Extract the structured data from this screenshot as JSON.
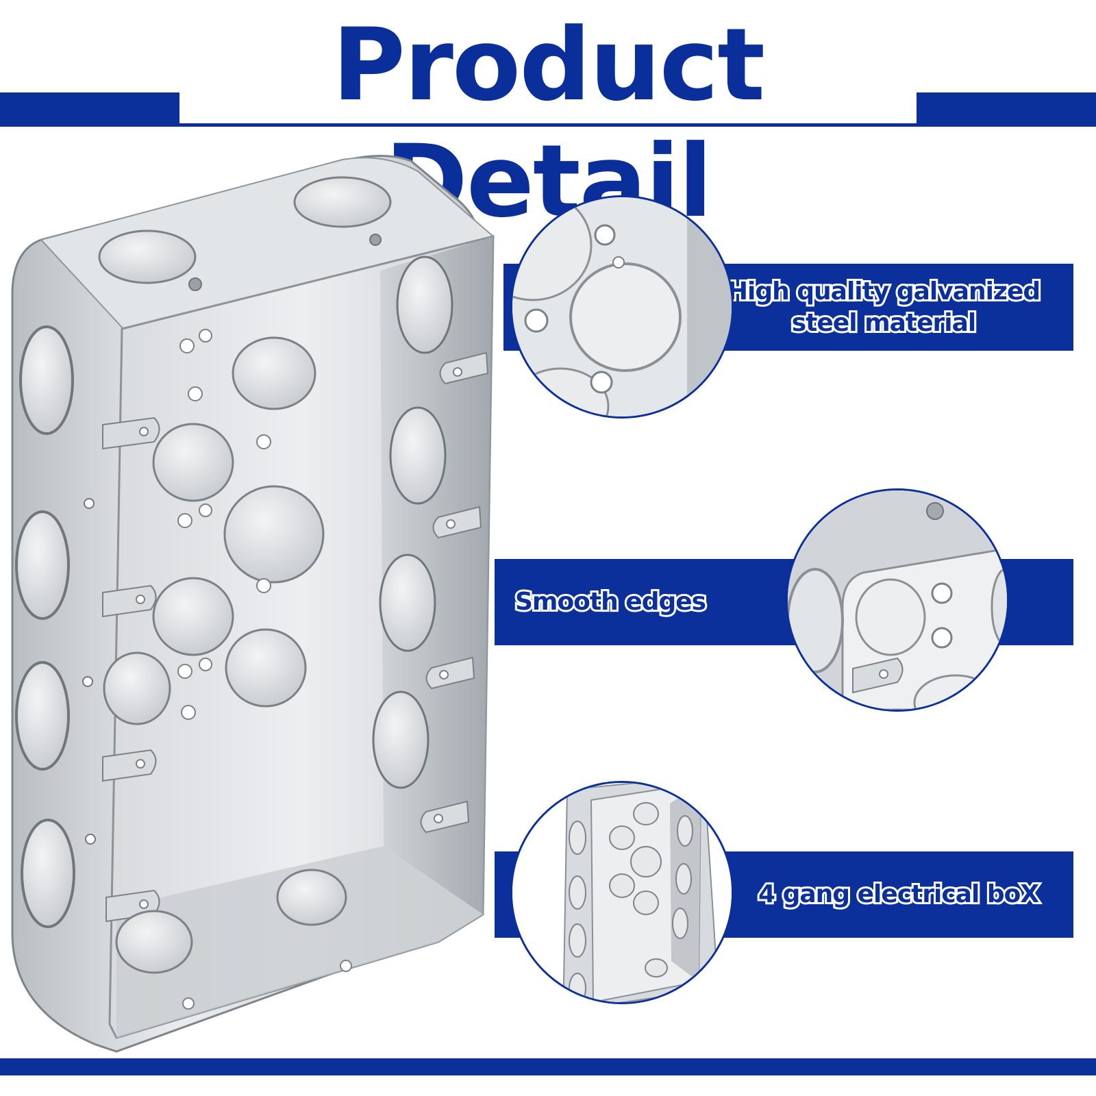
{
  "header": {
    "title": "Product Detail"
  },
  "features": [
    {
      "label_line1": "High quality galvanized",
      "label_line2": "steel material",
      "zoom_icon": "knockout-closeup-icon"
    },
    {
      "label": "Smooth edges",
      "zoom_icon": "box-corner-closeup-icon"
    },
    {
      "label": "4 gang electrical boX",
      "zoom_icon": "box-thumbnail-icon"
    }
  ],
  "colors": {
    "brand_blue": "#0b2f9b",
    "steel_light": "#e6e8ea",
    "steel_mid": "#c3c7cb",
    "steel_dark": "#8a9096",
    "background": "#ffffff"
  },
  "product": {
    "icon": "electrical-box-illustration"
  }
}
